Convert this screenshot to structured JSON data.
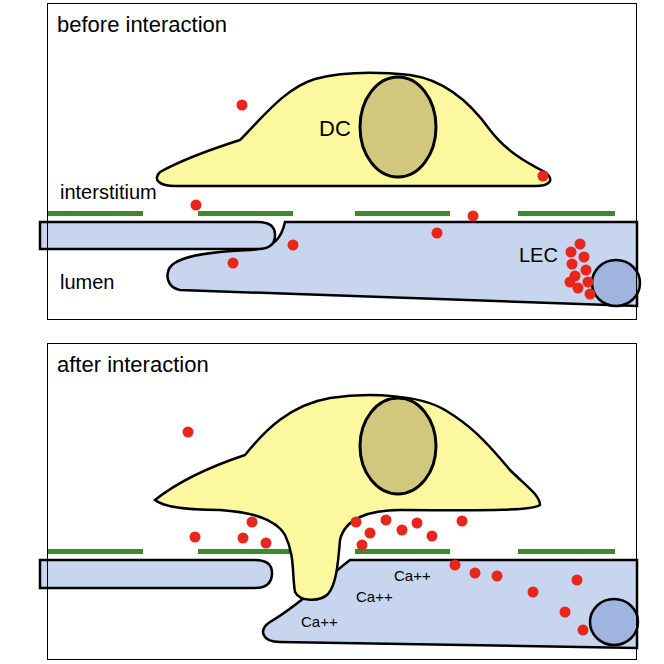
{
  "diagram": {
    "nodes": [
      {
        "text": [
          "before interaction"
        ]
      },
      {
        "text": [
          "DC"
        ],
        "in": 0
      },
      {
        "text": [
          "LEC"
        ],
        "in": 0
      },
      {
        "text": [
          "after interaction"
        ]
      },
      {
        "text": [
          "Ca++",
          "Ca++",
          "Ca++"
        ],
        "in": 3
      }
    ],
    "labels": [
      "interstitium",
      "lumen"
    ]
  }
}
